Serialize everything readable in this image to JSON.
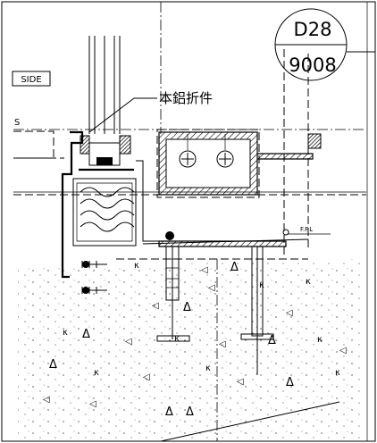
{
  "drawing": {
    "detail_number": "D28",
    "sheet_number": "9008",
    "tag_left": "SIDE",
    "tag_left2": "S",
    "callout_label": "本鋁折件",
    "level_mark": "F.F.L",
    "concrete_marks": [
      "κ",
      "◁",
      "Δ",
      "◁",
      "κ",
      "κ",
      "◁",
      "Δ",
      "◁",
      "κ",
      "Δ",
      "◁",
      "κ",
      "◁",
      "Δ",
      "κ",
      "◁",
      "Δ",
      "κ",
      "◁",
      "κ",
      "◁",
      "Δ",
      "κ",
      "◁",
      "Δ",
      "Δ",
      "◁"
    ],
    "colors": {
      "line": "#000000",
      "paper": "#ffffff"
    }
  }
}
